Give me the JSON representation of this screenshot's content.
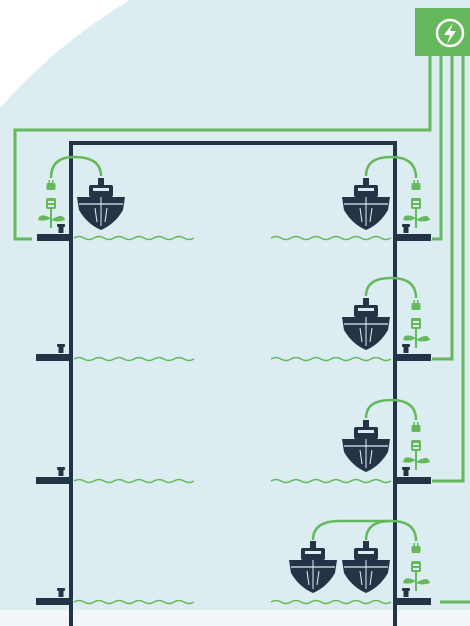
{
  "colors": {
    "background": "#dcedf1",
    "corner": "#ffffff",
    "structure": "#233446",
    "power_green": "#65b85c",
    "wave": "#65b85c"
  },
  "icons": {
    "power_source": "lightning-bolt-icon",
    "ship": "ship-icon",
    "plug": "plug-icon",
    "plant": "plant-sprout-icon",
    "bollard": "bollard-icon"
  },
  "diagram": {
    "berth_levels": 4,
    "left_side_ships_connected": [
      1,
      0,
      0,
      0
    ],
    "right_side_ships_connected": [
      1,
      1,
      1,
      2
    ]
  }
}
